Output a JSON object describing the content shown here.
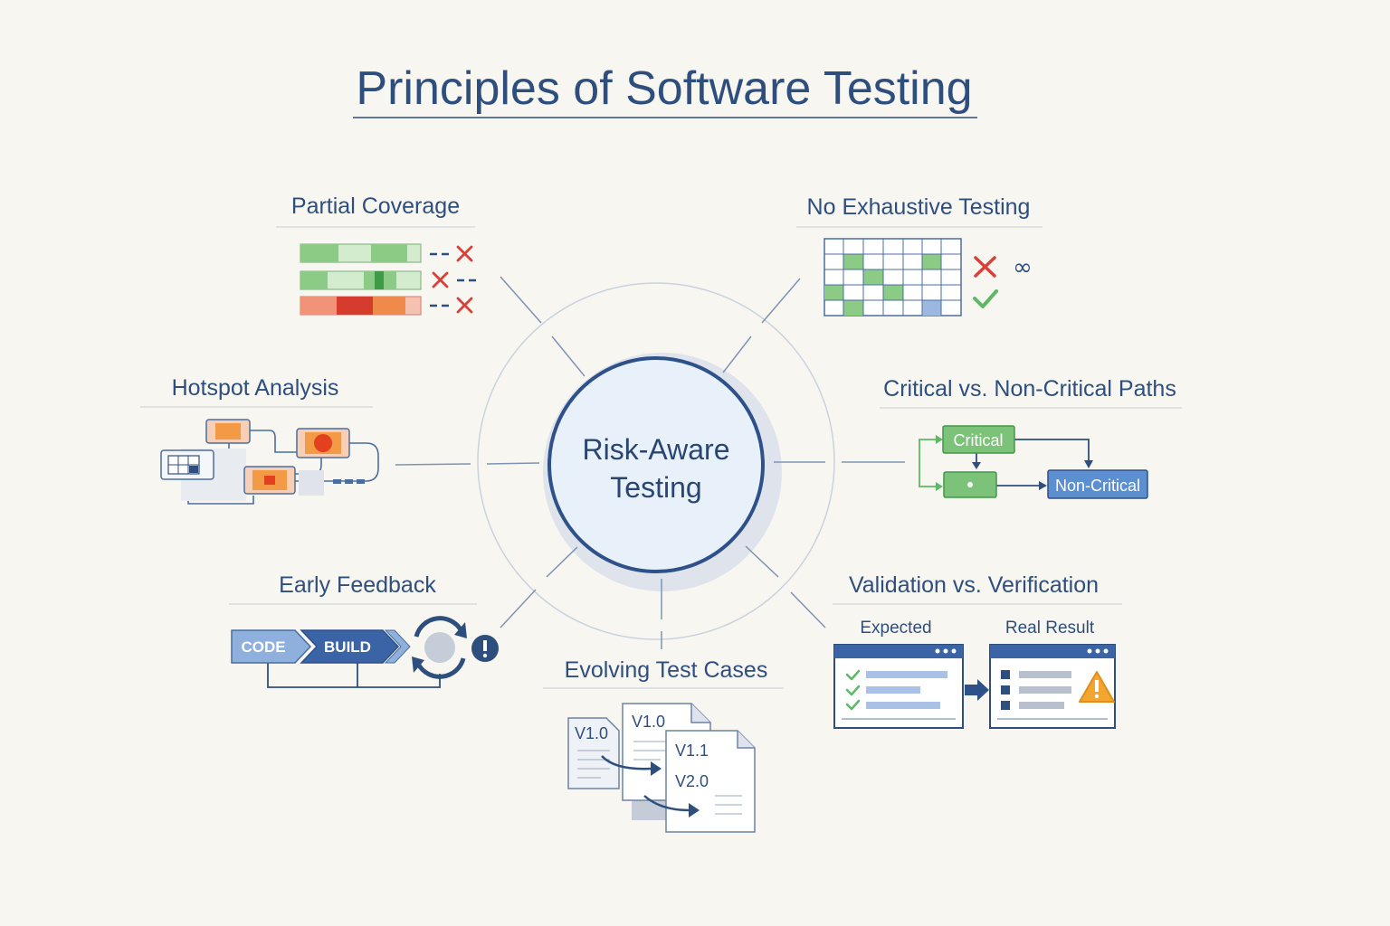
{
  "title": "Principles of Software Testing",
  "center": {
    "line1": "Risk-Aware",
    "line2": "Testing"
  },
  "principles": {
    "partial_coverage": {
      "heading": "Partial Coverage"
    },
    "no_exhaustive": {
      "heading": "No Exhaustive Testing",
      "infinity_symbol": "∞"
    },
    "hotspot": {
      "heading": "Hotspot Analysis"
    },
    "critical_paths": {
      "heading": "Critical vs. Non-Critical Paths",
      "critical_label": "Critical",
      "noncritical_label": "Non-Critical"
    },
    "early_feedback": {
      "heading": "Early Feedback",
      "code_label": "CODE",
      "build_label": "BUILD"
    },
    "validation": {
      "heading": "Validation vs. Verification",
      "expected_label": "Expected",
      "real_label": "Real Result"
    },
    "evolving": {
      "heading": "Evolving Test Cases",
      "versions": [
        "V1.0",
        "V1.0",
        "V1.1",
        "V2.0"
      ]
    }
  },
  "colors": {
    "primary": "#2e4f7e",
    "green": "#7cc279",
    "red": "#d8413a",
    "orange": "#f08a4b",
    "blue_box": "#5b8fd0",
    "background": "#f8f6f1"
  }
}
